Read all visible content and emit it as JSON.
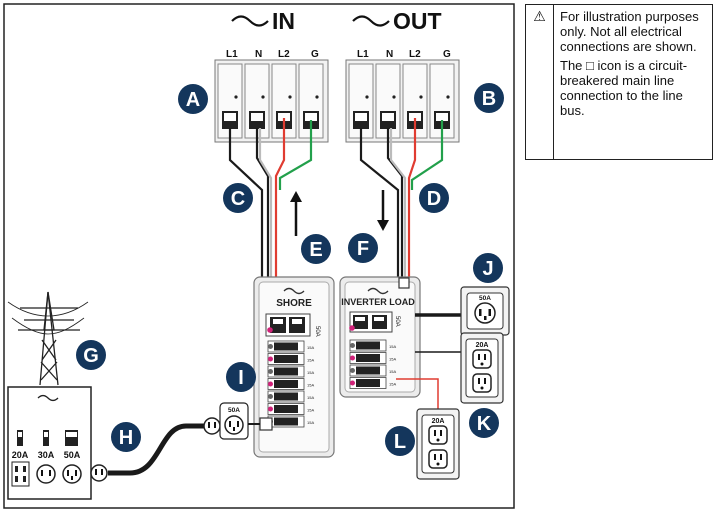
{
  "headings": {
    "in": "IN",
    "out": "OUT"
  },
  "terminals": [
    "L1",
    "N",
    "L2",
    "G"
  ],
  "markers": {
    "A": "A",
    "B": "B",
    "C": "C",
    "D": "D",
    "E": "E",
    "F": "F",
    "G": "G",
    "H": "H",
    "I": "I",
    "J": "J",
    "K": "K",
    "L": "L"
  },
  "panels": {
    "shore": "SHORE",
    "inverter": "INVERTER LOAD"
  },
  "ratings": {
    "r50": "50A",
    "r20": "20A",
    "r30": "30A"
  },
  "breaker_ratings": {
    "main": "50A",
    "small": "15A"
  },
  "note": {
    "icon": "warning-icon",
    "p1": "For illustration purposes only. Not all electrical connections are shown.",
    "p2": "The □ icon is a circuit-breakered main line connection to the line bus."
  },
  "colors": {
    "marker": "#14365c",
    "red": "#e03c31",
    "green": "#22a04b",
    "black": "#1a1a1a",
    "gray": "#e9e9e9"
  }
}
